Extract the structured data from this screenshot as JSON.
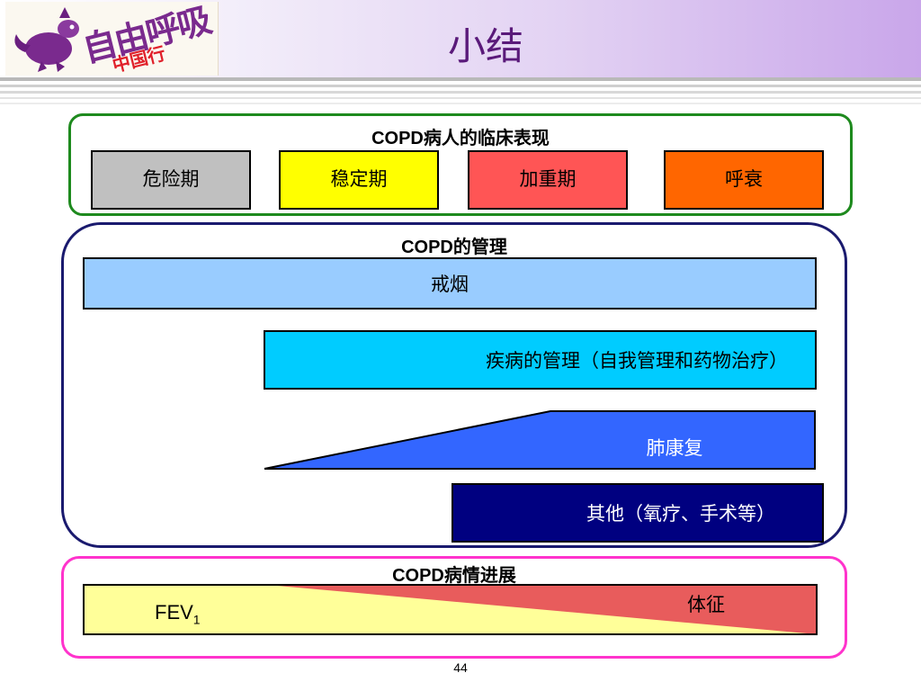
{
  "slide": {
    "title": "小结",
    "page_number": "44"
  },
  "logo": {
    "text_main": "自由呼吸",
    "text_sub": "中国行"
  },
  "clinical": {
    "title": "COPD病人的临床表现",
    "stages": [
      {
        "label": "危险期",
        "color": "#c0c0c0"
      },
      {
        "label": "稳定期",
        "color": "#ffff00"
      },
      {
        "label": "加重期",
        "color": "#ff5555"
      },
      {
        "label": "呼衰",
        "color": "#ff6600"
      }
    ],
    "border_color": "#1e8a1e"
  },
  "management": {
    "title": "COPD的管理",
    "border_color": "#1a1a6e",
    "smoking": {
      "label": "戒烟",
      "color": "#99ccff"
    },
    "disease": {
      "label": "疾病的管理（自我管理和药物治疗）",
      "color": "#00ccff"
    },
    "rehab": {
      "label": "肺康复",
      "color": "#3366ff"
    },
    "other": {
      "label": "其他（氧疗、手术等）",
      "color": "#000080"
    }
  },
  "progress": {
    "title": "COPD病情进展",
    "border_color": "#ff33cc",
    "fev_label": "FEV",
    "fev_sub": "1",
    "sign_label": "体征",
    "fev_color": "#ffff99",
    "sign_color": "#e85c5c"
  }
}
